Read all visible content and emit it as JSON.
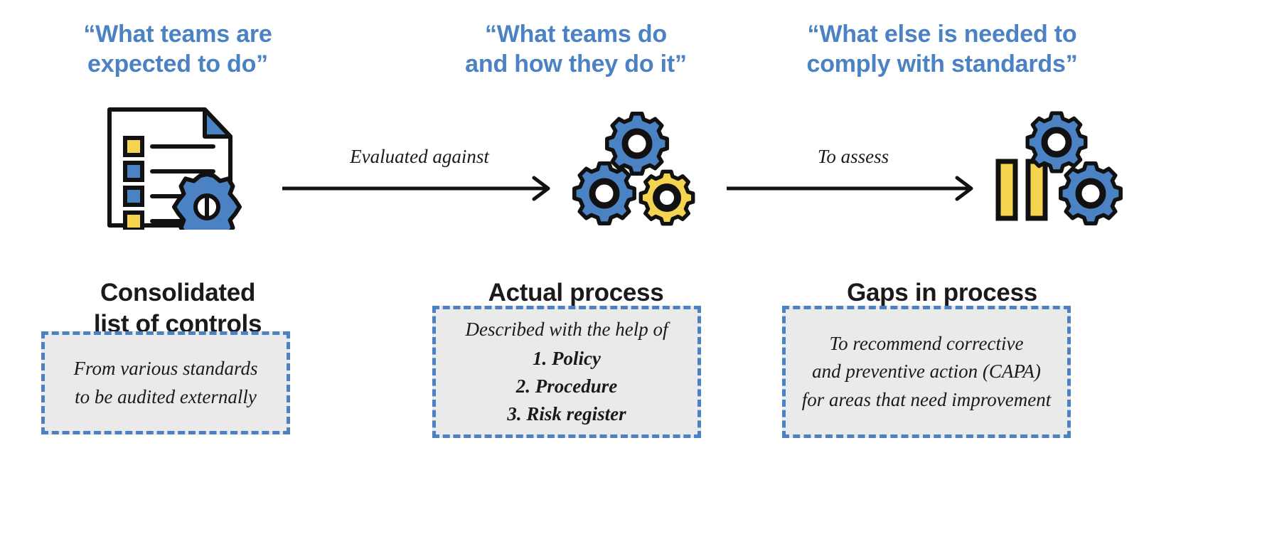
{
  "diagram": {
    "type": "process-flow",
    "background_color": "#ffffff",
    "accent_blue": "#4a82c3",
    "accent_yellow": "#f5d44f",
    "note_fill": "#eaeaea",
    "stroke": "#111111"
  },
  "columns": [
    {
      "id": "controls",
      "quote": "“What teams are\nexpected to do”",
      "title": "Consolidated\nlist of controls",
      "icon": "document-checklist-gear-icon",
      "note": "From various standards\nto be audited externally"
    },
    {
      "id": "process",
      "quote": "“What teams do\nand how they do it”",
      "title": "Actual process",
      "icon": "three-gears-icon",
      "note_lead": "Described with the help of",
      "note_items": [
        "1. Policy",
        "2. Procedure",
        "3. Risk register"
      ]
    },
    {
      "id": "gaps",
      "quote": "“What else is needed to\ncomply with standards”",
      "title": "Gaps in process",
      "icon": "gaps-bars-gears-icon",
      "note": "To recommend corrective\nand preventive action (CAPA)\nfor areas that need improvement"
    }
  ],
  "arrows": [
    {
      "id": "arrow-evaluated",
      "label": "Evaluated against",
      "from": "controls",
      "to": "process"
    },
    {
      "id": "arrow-assess",
      "label": "To assess",
      "from": "process",
      "to": "gaps"
    }
  ]
}
